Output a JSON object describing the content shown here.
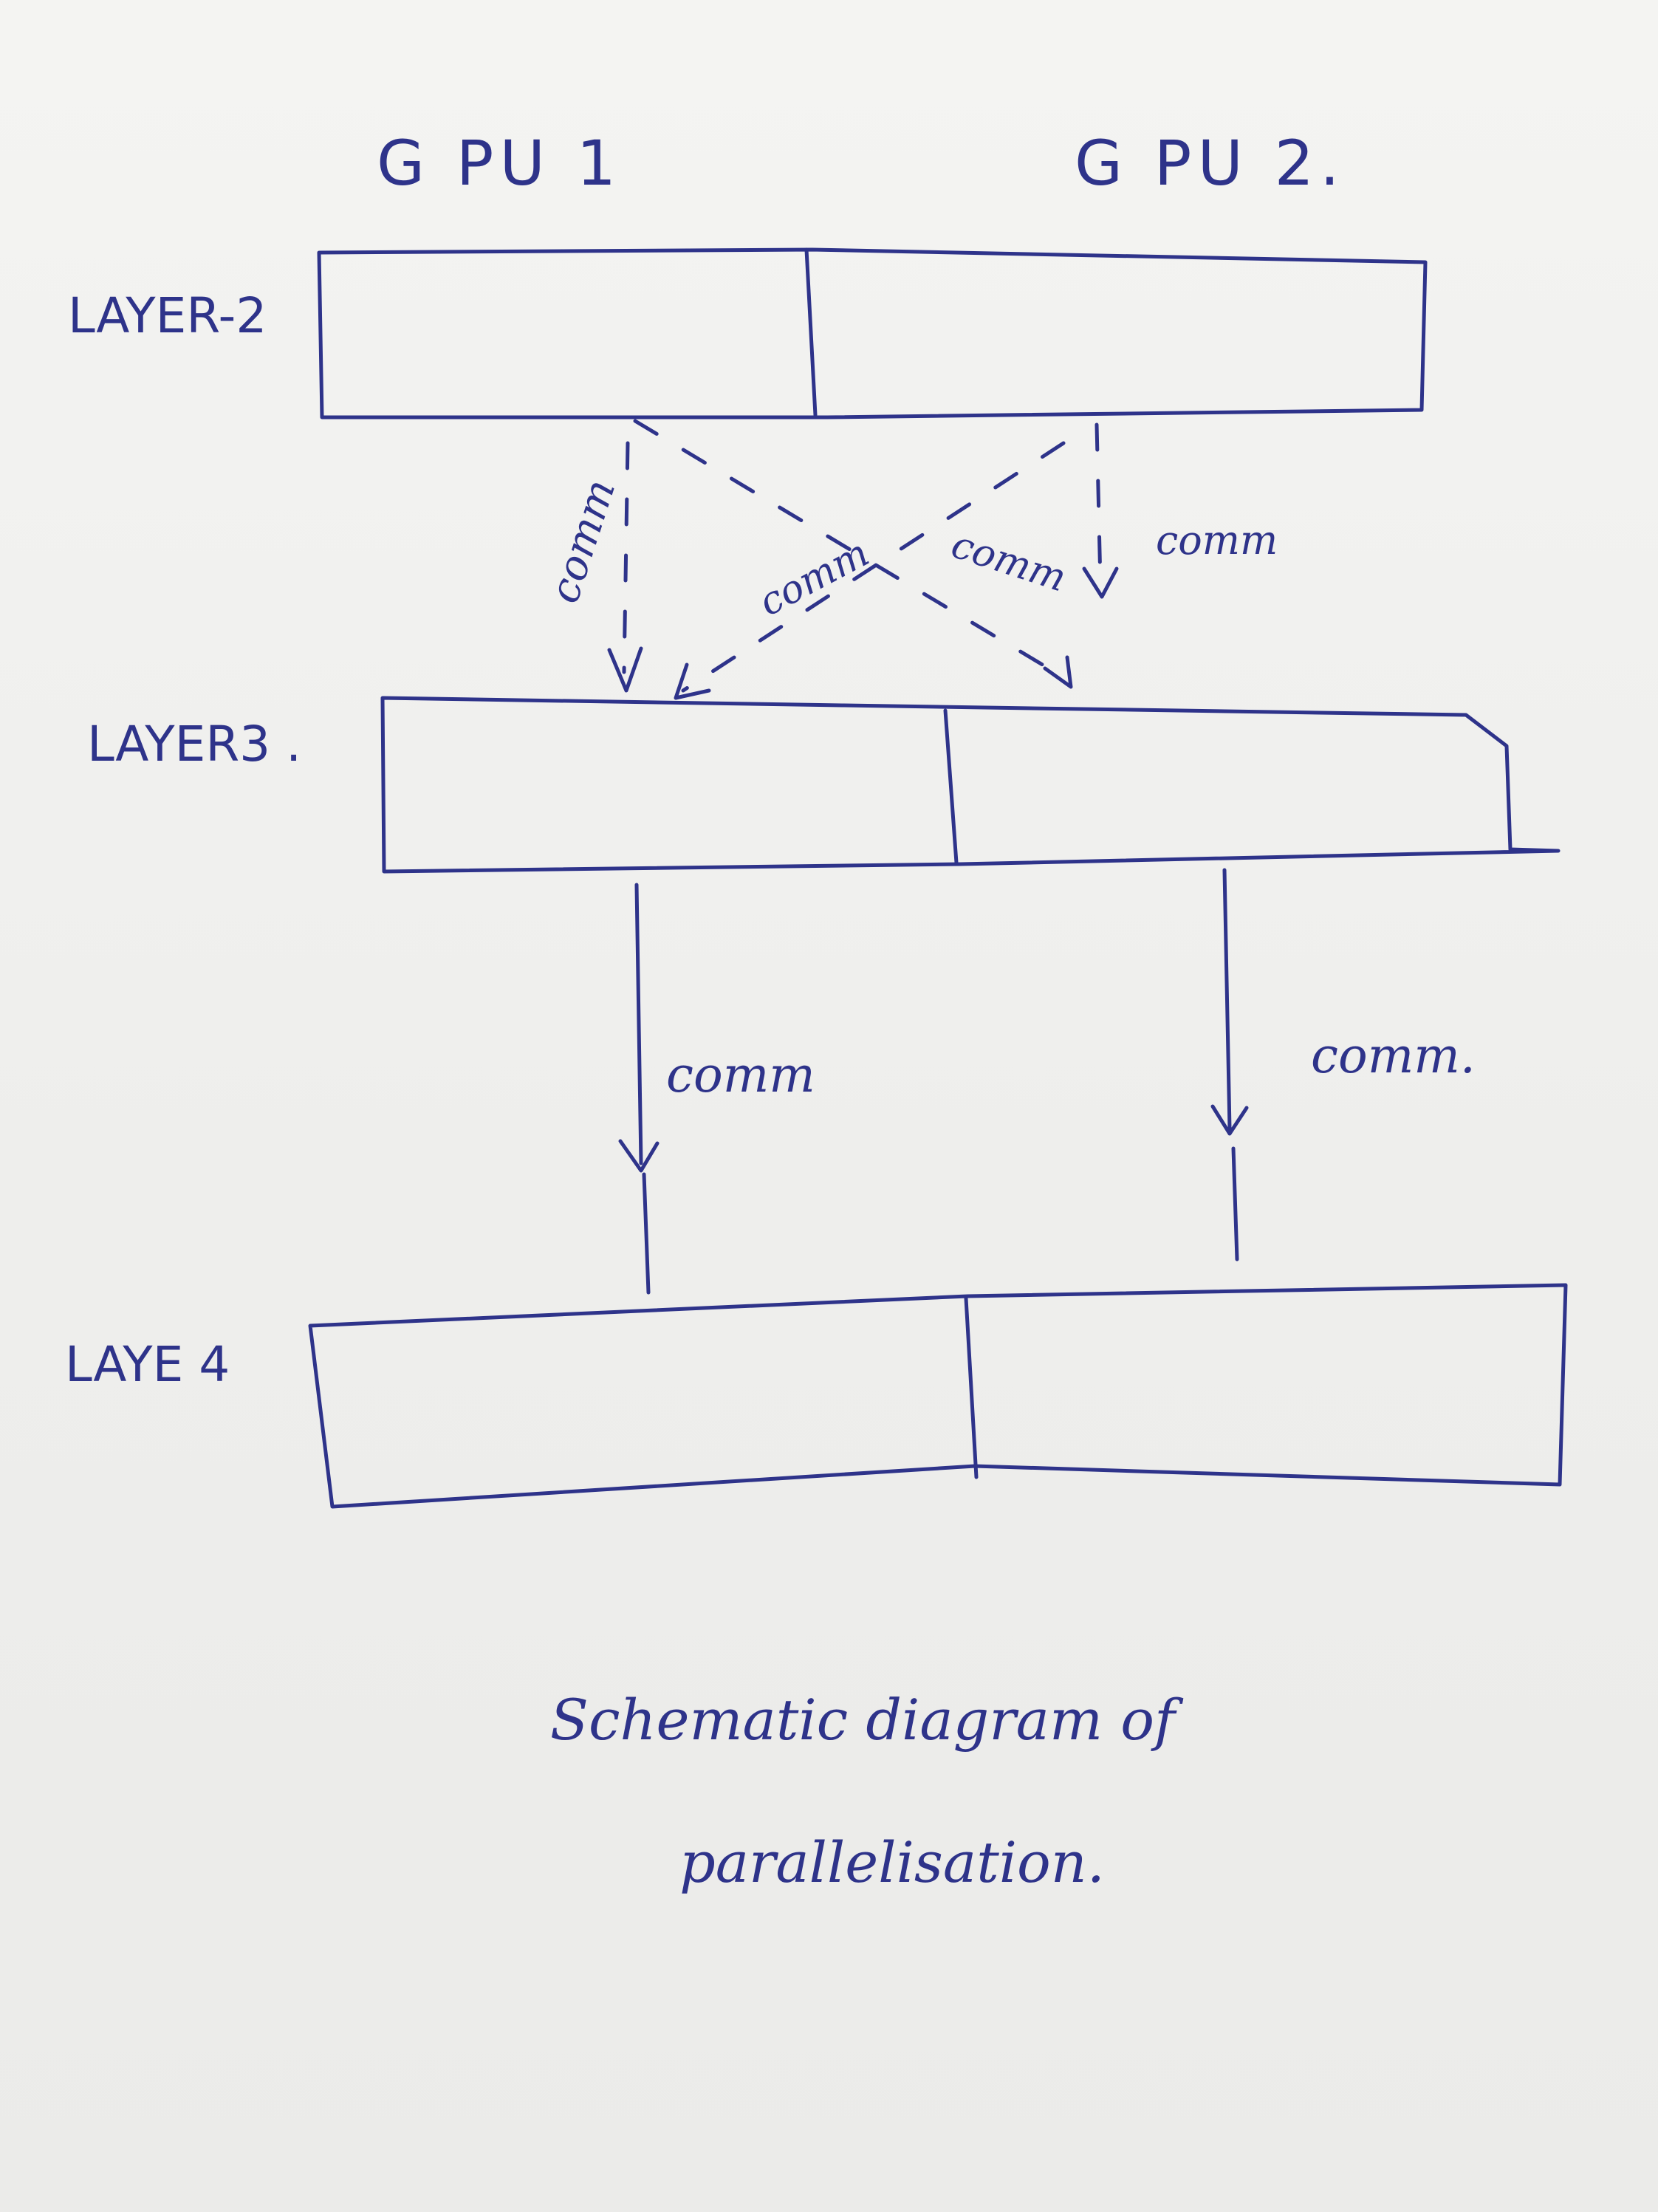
{
  "columns": {
    "gpu1": "G PU 1",
    "gpu2": "G PU 2."
  },
  "layers": {
    "layer2": "LAYER-2",
    "layer3": "LAYER3 .",
    "layer4": "LAYE 4"
  },
  "comm_labels": {
    "left_dashed": "comm",
    "cross_left": "comm",
    "cross_right": "comm",
    "right_dashed": "comm",
    "left_solid": "comm",
    "right_solid": "comm."
  },
  "caption": {
    "line1": "Schematic diagram of",
    "line2": "parallelisation."
  },
  "colors": {
    "ink": "#2e338a",
    "paper": "#f1f1ef"
  }
}
